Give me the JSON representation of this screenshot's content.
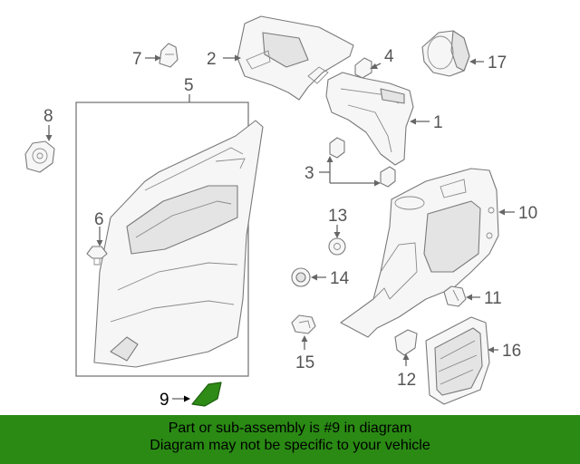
{
  "diagram": {
    "highlight_color": "#2e8b16",
    "callouts": [
      {
        "id": "1",
        "text": "1"
      },
      {
        "id": "2",
        "text": "2"
      },
      {
        "id": "3",
        "text": "3"
      },
      {
        "id": "4",
        "text": "4"
      },
      {
        "id": "5",
        "text": "5"
      },
      {
        "id": "6",
        "text": "6"
      },
      {
        "id": "7",
        "text": "7"
      },
      {
        "id": "8",
        "text": "8"
      },
      {
        "id": "9",
        "text": "9"
      },
      {
        "id": "10",
        "text": "10"
      },
      {
        "id": "11",
        "text": "11"
      },
      {
        "id": "12",
        "text": "12"
      },
      {
        "id": "13",
        "text": "13"
      },
      {
        "id": "14",
        "text": "14"
      },
      {
        "id": "15",
        "text": "15"
      },
      {
        "id": "16",
        "text": "16"
      },
      {
        "id": "17",
        "text": "17"
      }
    ]
  },
  "banner": {
    "line1": "Part or sub-assembly is #9 in diagram",
    "line2": "Diagram may not be specific to your vehicle",
    "background": "#2a8a14"
  }
}
